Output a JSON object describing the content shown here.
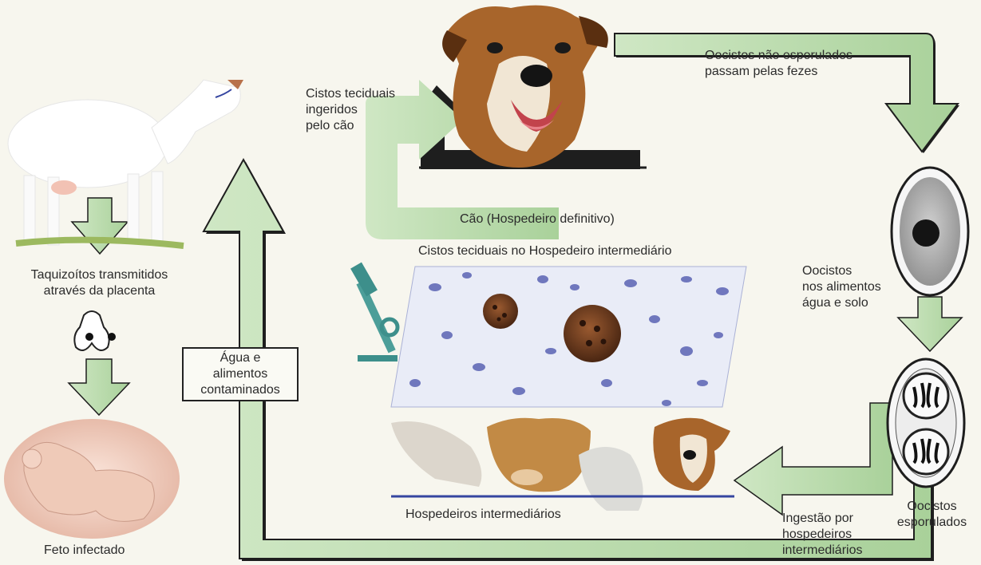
{
  "labels": {
    "oocysts_unsporulated": "Oocistos não esporulados\npassam pelas fezes",
    "tissue_cysts_ingested": "Cistos teciduais\ningeridos\npelo cão",
    "dog_definitive_host": "Cão (Hospedeiro definitivo)",
    "tissue_cysts_intermediate": "Cistos teciduais no Hospedeiro intermediário",
    "oocysts_in_food": "Oocistos\nnos alimentos\nágua e solo",
    "tachyzoites_placenta": "Taquizoítos transmitidos\natravés da placenta",
    "water_food_contaminated": "Água e\nalimentos\ncontaminados",
    "intermediate_hosts": "Hospedeiros intermediários",
    "ingestion_intermediate": "Ingestão por\nhospedeiros\nintermediários",
    "oocysts_sporulated": "Oocistos\nesporulados",
    "infected_fetus": "Feto infectado"
  },
  "colors": {
    "arrow_green": "#b7d9a9",
    "arrow_shadow": "#1e1e1e",
    "background": "#f7f6ee",
    "stain_blue": "#5a63b4",
    "cyst_brown": "#6a3a22",
    "dog_brown": "#a8652b"
  }
}
